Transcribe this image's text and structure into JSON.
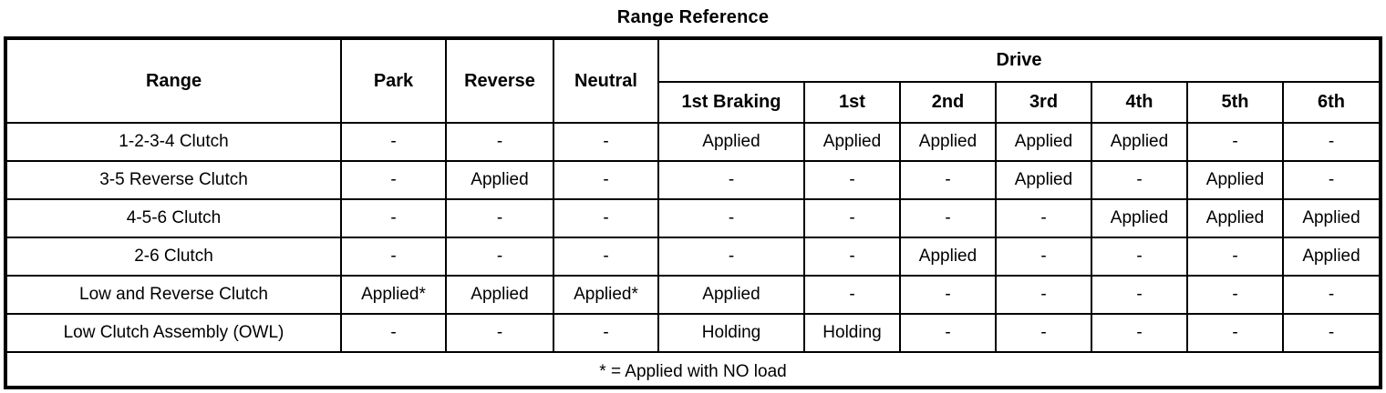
{
  "document": {
    "title": "Range Reference"
  },
  "table": {
    "headers": {
      "range": "Range",
      "park": "Park",
      "reverse": "Reverse",
      "neutral": "Neutral",
      "drive_group": "Drive",
      "drive_sub": [
        "1st Braking",
        "1st",
        "2nd",
        "3rd",
        "4th",
        "5th",
        "6th"
      ]
    },
    "rows": [
      {
        "label": "1-2-3-4 Clutch",
        "park": "-",
        "reverse": "-",
        "neutral": "-",
        "drive": [
          "Applied",
          "Applied",
          "Applied",
          "Applied",
          "Applied",
          "-",
          "-"
        ]
      },
      {
        "label": "3-5 Reverse Clutch",
        "park": "-",
        "reverse": "Applied",
        "neutral": "-",
        "drive": [
          "-",
          "-",
          "-",
          "Applied",
          "-",
          "Applied",
          "-"
        ]
      },
      {
        "label": "4-5-6 Clutch",
        "park": "-",
        "reverse": "-",
        "neutral": "-",
        "drive": [
          "-",
          "-",
          "-",
          "-",
          "Applied",
          "Applied",
          "Applied"
        ]
      },
      {
        "label": "2-6 Clutch",
        "park": "-",
        "reverse": "-",
        "neutral": "-",
        "drive": [
          "-",
          "-",
          "Applied",
          "-",
          "-",
          "-",
          "Applied"
        ]
      },
      {
        "label": "Low and Reverse Clutch",
        "park": "Applied*",
        "reverse": "Applied",
        "neutral": "Applied*",
        "drive": [
          "Applied",
          "-",
          "-",
          "-",
          "-",
          "-",
          "-"
        ]
      },
      {
        "label": "Low Clutch Assembly (OWL)",
        "park": "-",
        "reverse": "-",
        "neutral": "-",
        "drive": [
          "Holding",
          "Holding",
          "-",
          "-",
          "-",
          "-",
          "-"
        ]
      }
    ],
    "footnote": "* = Applied with NO load"
  }
}
